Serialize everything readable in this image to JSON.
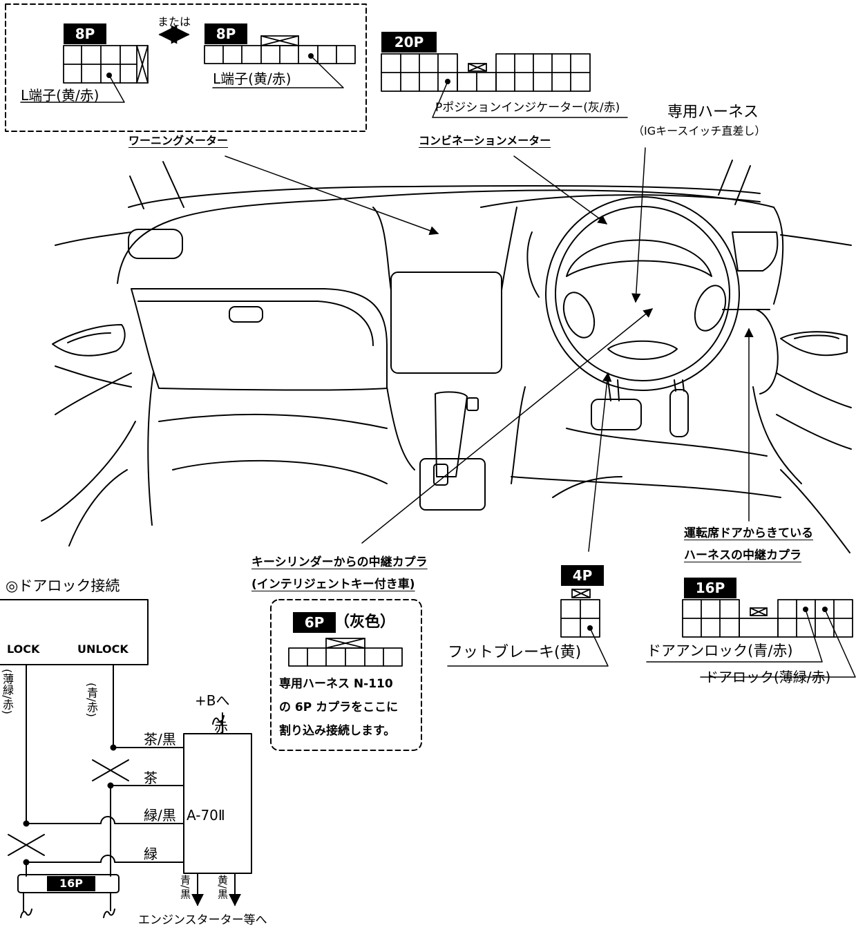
{
  "warning_meter": {
    "label": "ワーニングメーター",
    "connector_a": "8P",
    "connector_b": "8P",
    "or_text": "または",
    "terminal_a": "L端子(黄/赤)",
    "terminal_b": "L端子(黄/赤)"
  },
  "combination_meter": {
    "label": "コンビネーションメーター",
    "connector": "20P",
    "terminal": "Pポジションインジケーター(灰/赤)"
  },
  "ig_harness": {
    "line1": "専用ハーネス",
    "line2": "（IGキースイッチ直差し）"
  },
  "key_cylinder": {
    "line1": "キーシリンダーからの中継カプラ",
    "line2": "(インテリジェントキー付き車)",
    "connector": "6P",
    "color_note": "（灰色）",
    "note1": "専用ハーネス N-110",
    "note2": "の 6P カプラをここに",
    "note3": "割り込み接続します。"
  },
  "foot_brake": {
    "connector": "4P",
    "label": "フットブレーキ(黄)"
  },
  "driver_door": {
    "line1": "運転席ドアからきている",
    "line2": "ハーネスの中継カプラ",
    "connector": "16P",
    "unlock_label": "ドアアンロック(青/赤)",
    "lock_label": "ドアロック(薄緑/赤)"
  },
  "door_lock": {
    "title": "◎ドアロック接続",
    "lock": "LOCK",
    "unlock": "UNLOCK",
    "lock_wire": "(薄緑/赤)",
    "unlock_wire": "(青/赤)",
    "module": "A-70Ⅱ",
    "power": "+Bへ",
    "power_wire": "赤",
    "wire1": "茶/黒",
    "wire2": "茶",
    "wire3": "緑/黒",
    "wire4": "緑",
    "out1": "青/黒",
    "out2": "黄/黒",
    "connector": "16P",
    "footer": "エンジンスターター等へ"
  }
}
